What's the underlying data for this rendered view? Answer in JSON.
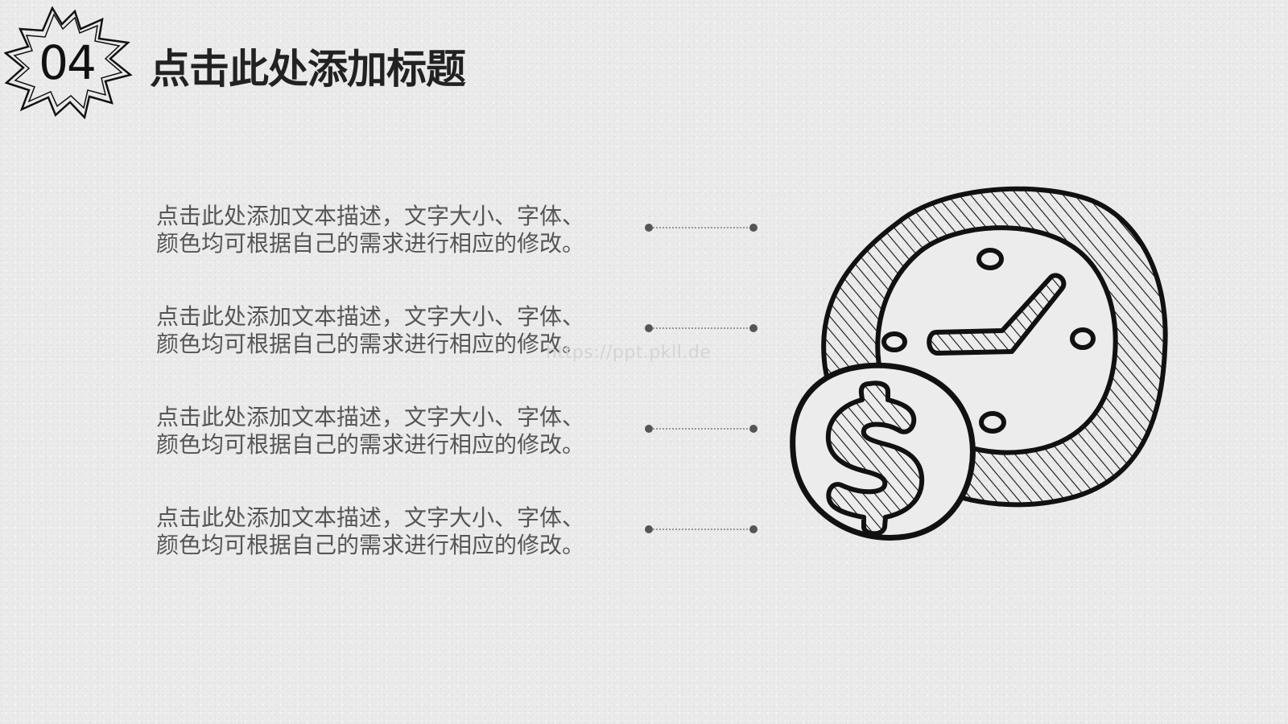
{
  "badge": {
    "number": "04",
    "icon": "starburst-badge-icon"
  },
  "title": "点击此处添加标题",
  "items": [
    {
      "line1": "点击此处添加文本描述，文字大小、字体、",
      "line2": "颜色均可根据自己的需求进行相应的修改。"
    },
    {
      "line1": "点击此处添加文本描述，文字大小、字体、",
      "line2": "颜色均可根据自己的需求进行相应的修改。"
    },
    {
      "line1": "点击此处添加文本描述，文字大小、字体、",
      "line2": "颜色均可根据自己的需求进行相应的修改。"
    },
    {
      "line1": "点击此处添加文本描述，文字大小、字体、",
      "line2": "颜色均可根据自己的需求进行相应的修改。"
    }
  ],
  "watermark": "https://ppt.pkll.de",
  "illustration": {
    "icon": "clock-and-dollar-coin-icon"
  },
  "colors": {
    "background": "#ebebeb",
    "ink": "#111111",
    "text": "#555555",
    "title": "#222222"
  }
}
